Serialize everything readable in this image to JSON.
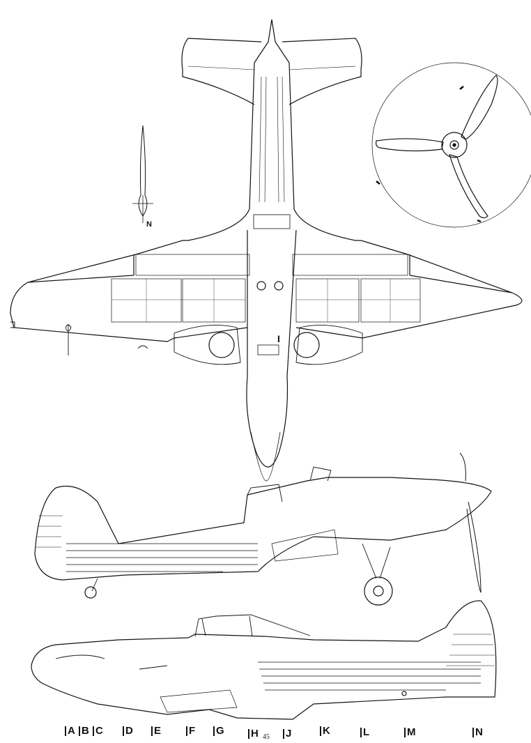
{
  "station_labels": [
    "A",
    "B",
    "C",
    "D",
    "E",
    "F",
    "G",
    "H",
    "J",
    "K",
    "L",
    "M",
    "N"
  ],
  "page_number": "45",
  "north_marker_label": "N",
  "plan_marker_label": "I",
  "line_color": "#111111"
}
